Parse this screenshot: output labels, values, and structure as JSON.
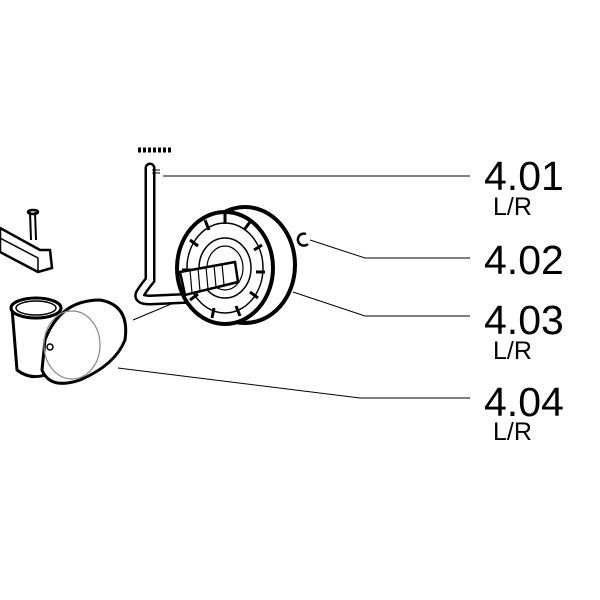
{
  "callouts": [
    {
      "number": "4.01",
      "side": "L/R",
      "part": "crank-handle"
    },
    {
      "number": "4.02",
      "side": "",
      "part": "retaining-clip"
    },
    {
      "number": "4.03",
      "side": "L/R",
      "part": "wheel"
    },
    {
      "number": "4.04",
      "side": "L/R",
      "part": "wheel-cap"
    }
  ],
  "colors": {
    "ink": "#000000",
    "background": "#ffffff"
  }
}
